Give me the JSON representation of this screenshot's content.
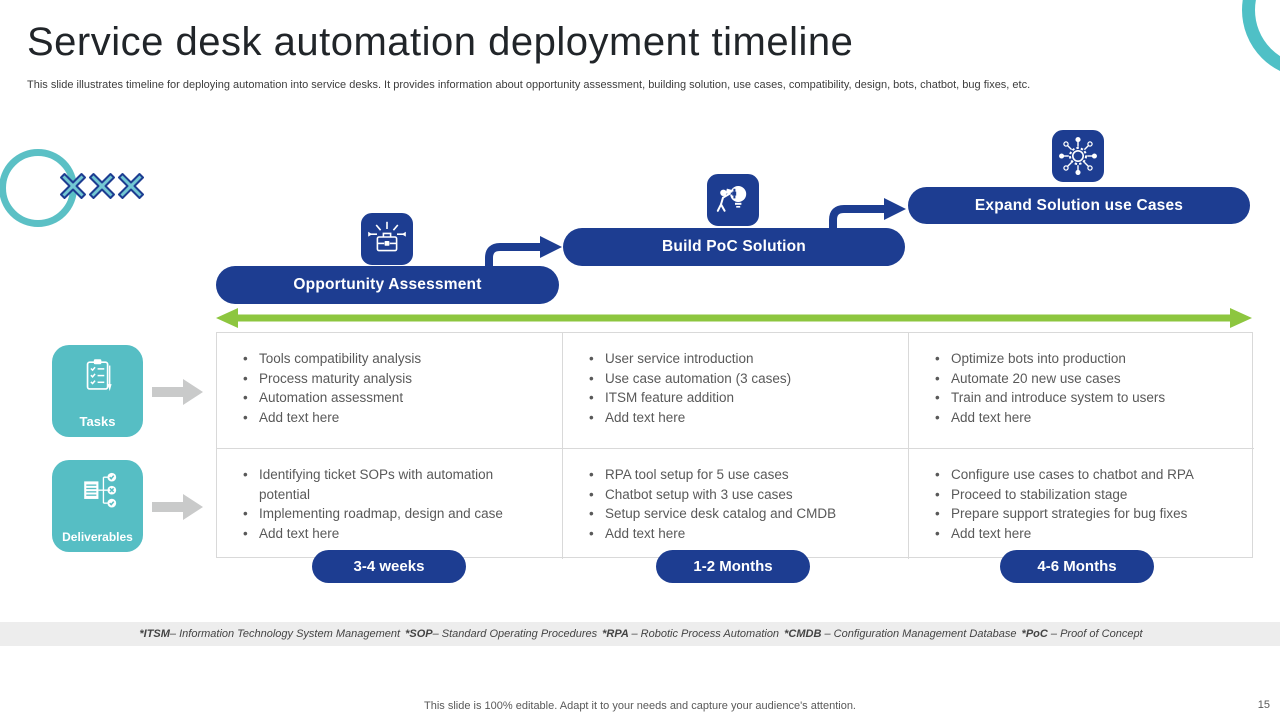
{
  "slide": {
    "title": "Service desk automation deployment timeline",
    "subtitle": "This slide illustrates timeline for deploying automation into service desks. It provides information about opportunity assessment, building solution, use cases, compatibility, design, bots, chatbot, bug fixes, etc.",
    "editable_note": "This slide is 100% editable. Adapt it to your needs and capture your audience's attention.",
    "page_number": "15"
  },
  "milestones": [
    {
      "label": "Opportunity Assessment",
      "icon": "briefcase-idea-icon",
      "duration": "3-4 weeks"
    },
    {
      "label": "Build PoC Solution",
      "icon": "person-puzzle-bulb-icon",
      "duration": "1-2 Months"
    },
    {
      "label": "Expand Solution use Cases",
      "icon": "gear-network-icon",
      "duration": "4-6 Months"
    }
  ],
  "rows": [
    {
      "label": "Tasks",
      "icon": "clipboard-checklist-icon",
      "cells": [
        [
          "Tools compatibility analysis",
          "Process maturity analysis",
          "Automation assessment",
          "Add text here"
        ],
        [
          "User service introduction",
          "Use case automation (3 cases)",
          "ITSM feature addition",
          "Add text here"
        ],
        [
          "Optimize bots into production",
          "Automate 20 new use cases",
          "Train and introduce system to users",
          "Add text here"
        ]
      ]
    },
    {
      "label": "Deliverables",
      "icon": "document-check-icon",
      "cells": [
        [
          "Identifying ticket SOPs with automation potential",
          "Implementing roadmap, design and case",
          "Add text here"
        ],
        [
          "RPA tool setup for 5 use cases",
          "Chatbot setup with 3 use cases",
          "Setup service desk catalog and CMDB",
          "Add text here"
        ],
        [
          "Configure use cases to chatbot and RPA",
          "Proceed to stabilization stage",
          "Prepare support strategies for bug fixes",
          "Add text here"
        ]
      ]
    }
  ],
  "glossary": {
    "segments": [
      {
        "term": "*ITSM",
        "def": "– Information Technology System Management "
      },
      {
        "term": "*SOP",
        "def": "– Standard Operating Procedures "
      },
      {
        "term": "*RPA ",
        "def": "– Robotic Process Automation "
      },
      {
        "term": "*CMDB ",
        "def": "– Configuration Management Database  "
      },
      {
        "term": "*PoC ",
        "def": "– Proof of Concept"
      }
    ]
  },
  "colors": {
    "navy": "#1d3d91",
    "teal": "#56bec4",
    "teal_ring": "#4fc0c6",
    "green": "#8dc63f",
    "gray_text": "#595959",
    "border_gray": "#d9d9d9"
  }
}
